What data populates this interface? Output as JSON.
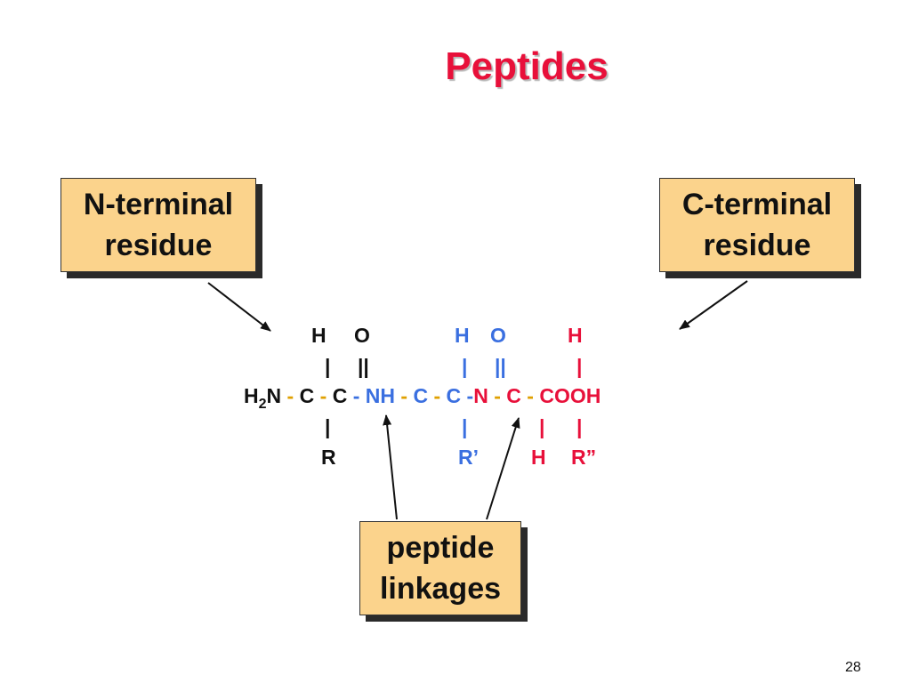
{
  "title": "Peptides",
  "callouts": {
    "n_terminal": {
      "line1": "N-terminal",
      "line2": "residue"
    },
    "c_terminal": {
      "line1": "C-terminal",
      "line2": "residue"
    },
    "peptide_linkages": {
      "line1": "peptide",
      "line2": "linkages"
    }
  },
  "structure": {
    "row1": {
      "h1": "H",
      "o1": "O",
      "h2": "H",
      "o2": "O",
      "h3": "H"
    },
    "row2": {
      "b1": "|",
      "dbl1": "||",
      "b2": "|",
      "dbl2": "||",
      "b3": "|"
    },
    "row3": {
      "h2n_h": "H",
      "h2n_sub": "2",
      "h2n_n": "N",
      "d1": " - ",
      "c1": "C",
      "d2": " - ",
      "c2": "C",
      "d3": " - ",
      "nh": "NH",
      "d4": " - ",
      "c3": "C",
      "d5": " - ",
      "c4": "C",
      "d6": " -",
      "n3": "N",
      "d7": " - ",
      "c5": "C",
      "d8": " - ",
      "cooh": "COOH"
    },
    "row4": {
      "b1": "|",
      "b2": "|",
      "b3": "|",
      "b4": "|"
    },
    "row5": {
      "r1": "R",
      "r2": "R’",
      "h4": "H",
      "r3": "R”"
    }
  },
  "colors": {
    "title": "#e8103a",
    "callout_fill": "#fbd38c",
    "residue2": "#3a6fe0",
    "residue3": "#e8103a"
  },
  "page_number": "28"
}
